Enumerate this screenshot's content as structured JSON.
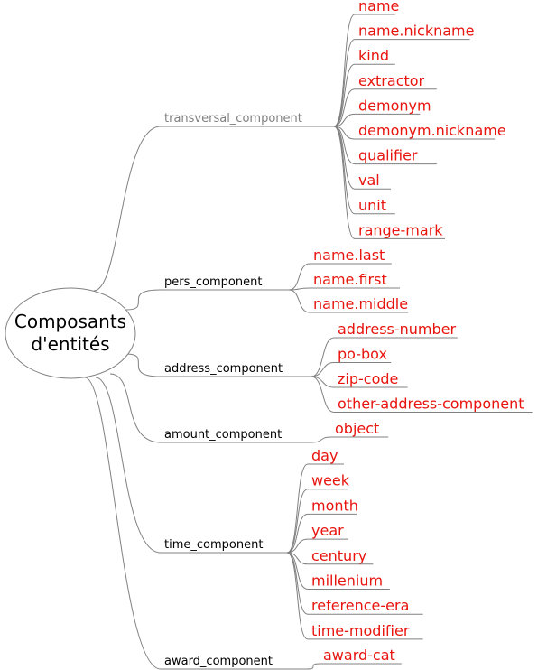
{
  "root": {
    "line1": "Composants",
    "line2": "d'entités"
  },
  "colors": {
    "edge": "#808080",
    "leaf_text": "#e8140e",
    "leaf_underline": "#808080",
    "branch_text": "#000000",
    "branch_text_muted": "#808080",
    "root_outline": "#808080"
  },
  "branches": [
    {
      "label": "transversal_component",
      "muted": true,
      "leaves": [
        "name",
        "name.nickname",
        "kind",
        "extractor",
        "demonym",
        "demonym.nickname",
        "qualifier",
        "val",
        "unit",
        "range-mark"
      ]
    },
    {
      "label": "pers_component",
      "muted": false,
      "leaves": [
        "name.last",
        "name.first",
        "name.middle"
      ]
    },
    {
      "label": "address_component",
      "muted": false,
      "leaves": [
        "address-number",
        "po-box",
        "zip-code",
        "other-address-component"
      ]
    },
    {
      "label": "amount_component",
      "muted": false,
      "leaves": [
        "object"
      ]
    },
    {
      "label": "time_component",
      "muted": false,
      "leaves": [
        "day",
        "week",
        "month",
        "year",
        "century",
        "millenium",
        "reference-era",
        "time-modifier"
      ]
    },
    {
      "label": "award_component",
      "muted": false,
      "leaves": [
        "award-cat"
      ]
    }
  ]
}
